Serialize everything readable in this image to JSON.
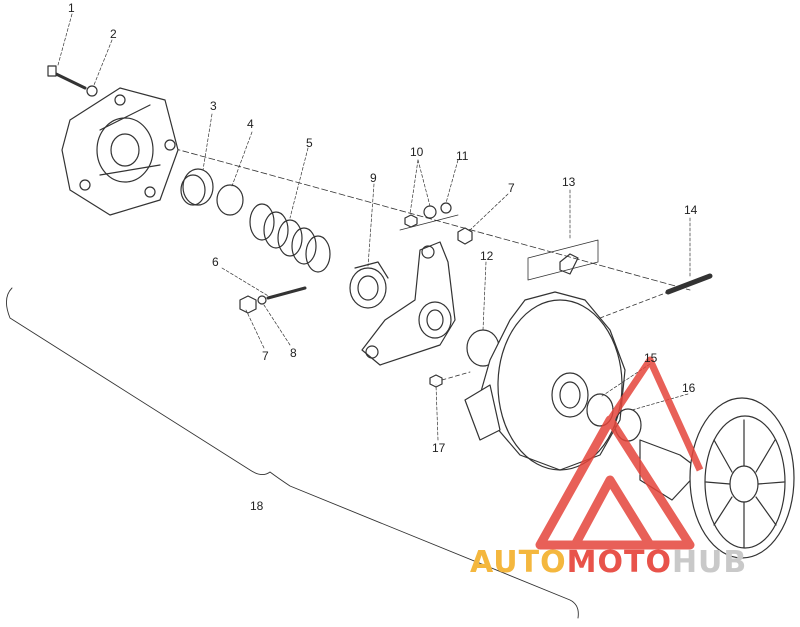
{
  "callouts": [
    "1",
    "2",
    "3",
    "4",
    "5",
    "6",
    "7",
    "8",
    "9",
    "10",
    "11",
    "7",
    "12",
    "13",
    "14",
    "15",
    "16",
    "17",
    "18"
  ],
  "watermark": {
    "part1": "AUTO",
    "part2": "MOTO",
    "part3": "HUB"
  },
  "colors": {
    "ink": "#333333",
    "watermark_red": "#e5453b",
    "watermark_yellow": "#f4b73e",
    "watermark_gray": "#c9c9c9"
  }
}
